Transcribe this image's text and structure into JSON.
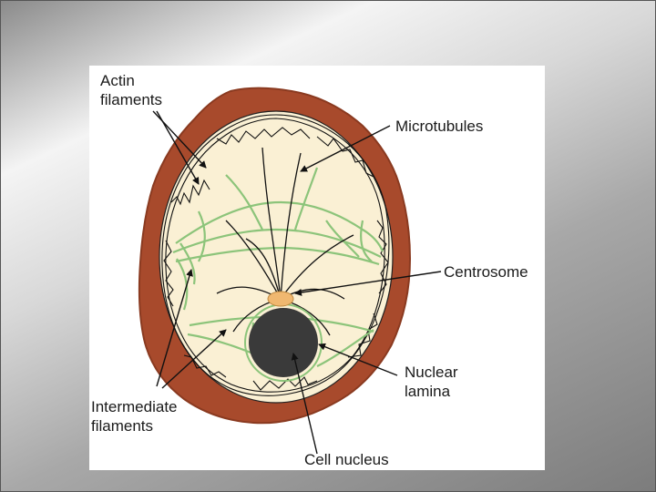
{
  "diagram": {
    "labels": {
      "actin": [
        "Actin",
        "filaments"
      ],
      "microtubules": "Microtubules",
      "centrosome": "Centrosome",
      "nuclear_lamina": [
        "Nuclear",
        "lamina"
      ],
      "intermediate": [
        "Intermediate",
        "filaments"
      ],
      "cell_nucleus": "Cell nucleus"
    },
    "colors": {
      "membrane": "#a84a2c",
      "cytoplasm": "#faf0d4",
      "intermediate_filaments": "#8cc47a",
      "nucleus": "#3a3a3a",
      "centrosome": "#f0b870",
      "filament_lines": "#111111"
    }
  }
}
